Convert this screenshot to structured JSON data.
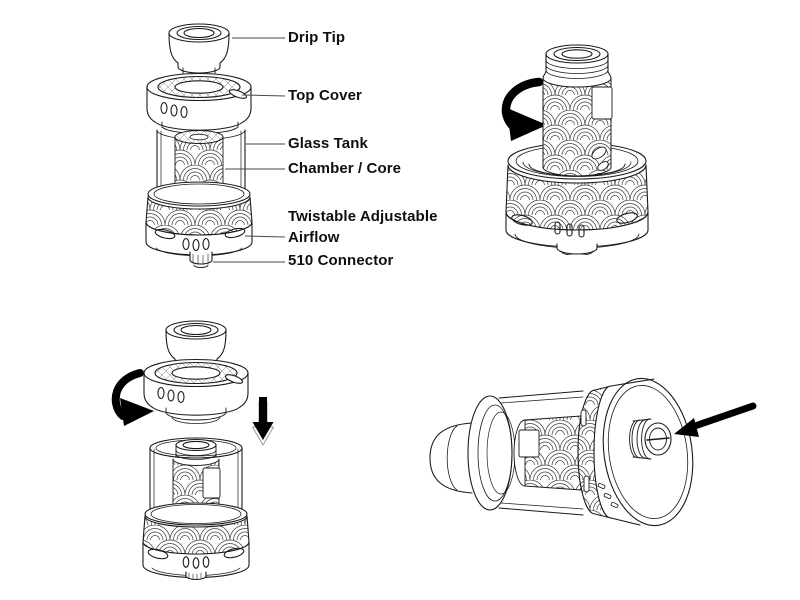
{
  "canvas": {
    "background_color": "#ffffff",
    "line_color": "#1b1b1b",
    "arrow_color": "#000000"
  },
  "parts_labels": [
    {
      "text": "Drip Tip"
    },
    {
      "text": "Top Cover"
    },
    {
      "text": "Glass Tank"
    },
    {
      "text": "Chamber / Core"
    },
    {
      "text": "Twistable Adjustable Airflow"
    },
    {
      "text": "510 Connector"
    }
  ],
  "figures": [
    {
      "name": "tank-assembled-labeled-view",
      "icons": []
    },
    {
      "name": "tank-top-cover-removed-view",
      "icons": [
        "twist-counterclockwise-arrow-icon"
      ]
    },
    {
      "name": "tank-reassembly-view",
      "icons": [
        "twist-counterclockwise-arrow-icon",
        "down-arrow-icon"
      ]
    },
    {
      "name": "tank-side-510-connector-view",
      "icons": [
        "pointer-arrow-icon"
      ]
    }
  ]
}
